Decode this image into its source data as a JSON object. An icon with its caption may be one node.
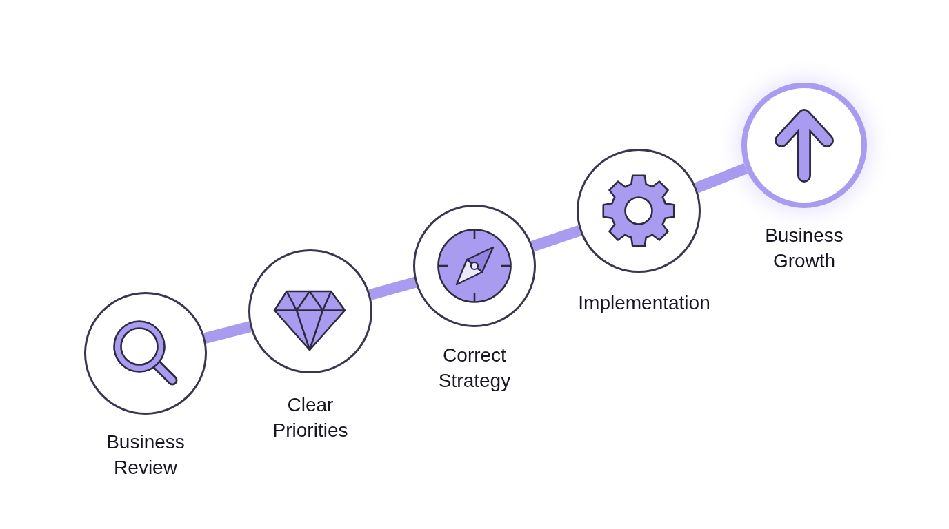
{
  "diagram": {
    "nodes": [
      {
        "text": [
          "Business Review"
        ]
      },
      {
        "text": [
          "Clear Priorities"
        ]
      },
      {
        "text": [
          "Correct Strategy"
        ]
      },
      {
        "text": [
          "Implementation"
        ]
      },
      {
        "text": [
          "Business Growth"
        ]
      }
    ],
    "edges": [
      {
        "from": 0,
        "to": 1,
        "arrow": "none"
      },
      {
        "from": 1,
        "to": 2,
        "arrow": "none"
      },
      {
        "from": 2,
        "to": 3,
        "arrow": "none"
      },
      {
        "from": 3,
        "to": 4,
        "arrow": "none"
      }
    ]
  }
}
